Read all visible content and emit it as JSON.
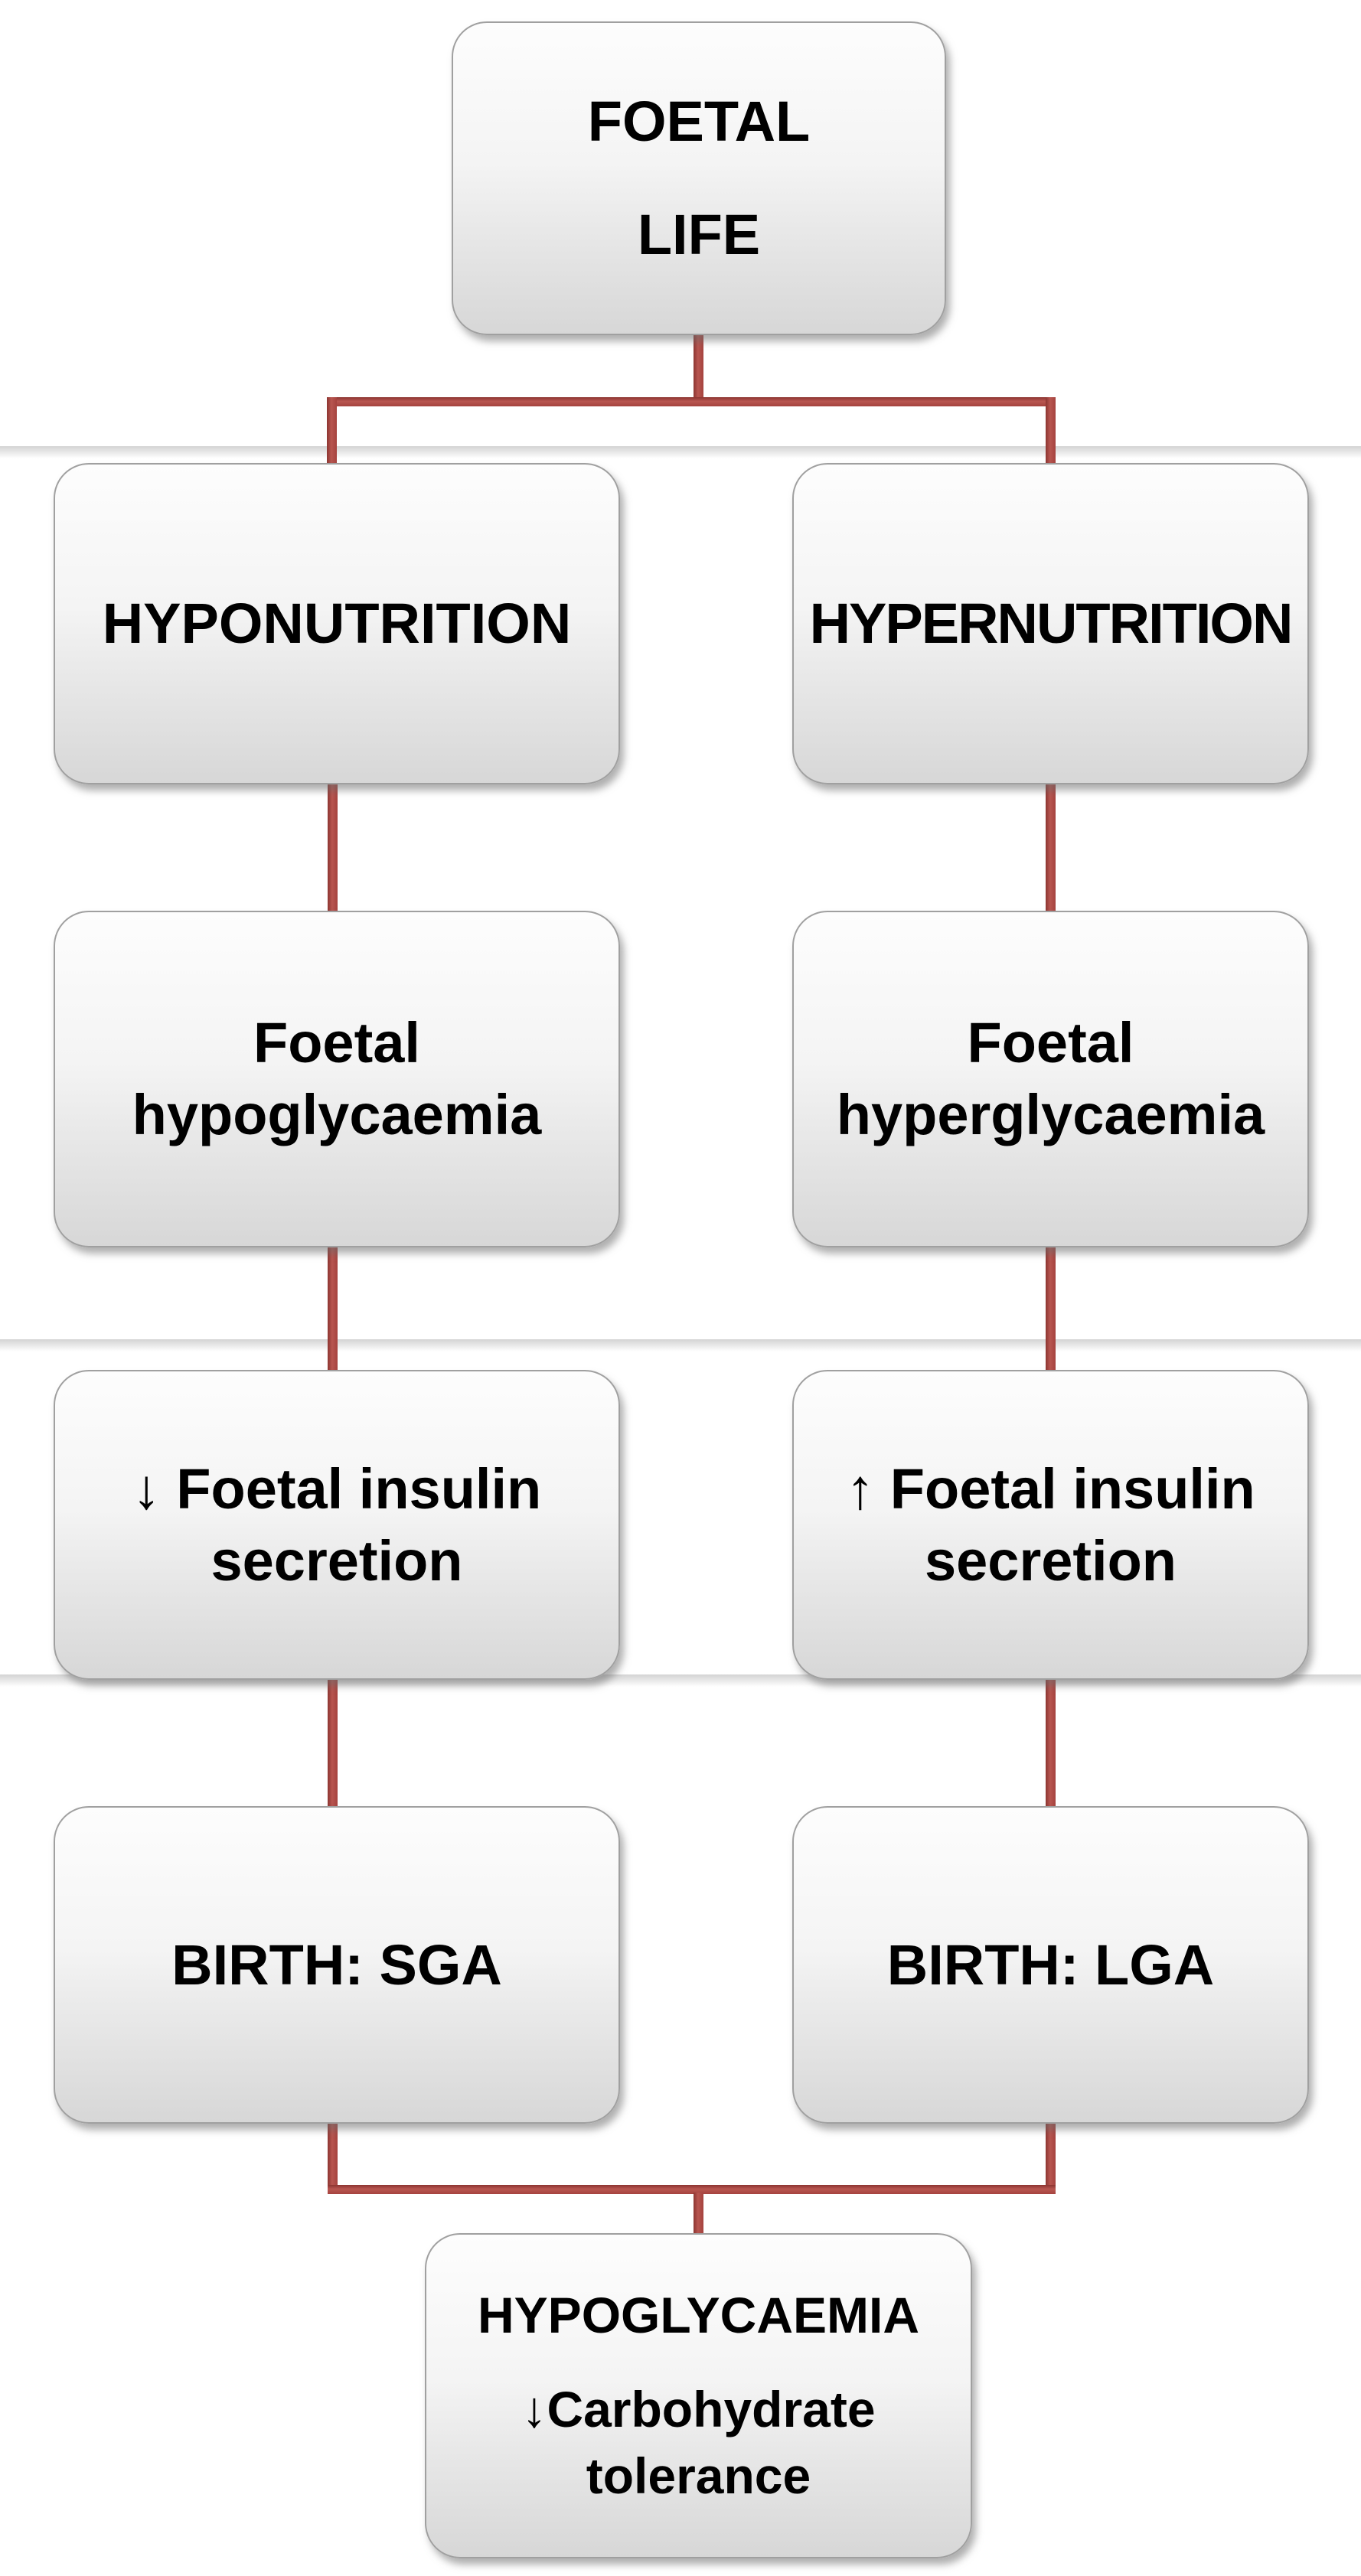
{
  "title": "Foetal nutrition and neonatal glycaemia flowchart",
  "style": {
    "connector_color": "#a5423e",
    "connector_dark": "#8c3531",
    "connector_light": "#b85650",
    "box_border": "#a0a0a0",
    "box_fill_top": "#fdfdfd",
    "box_fill_bottom": "#d7d7d7",
    "text_color": "#000000",
    "background": "#ffffff"
  },
  "nodes": {
    "foetal_life": {
      "lines": [
        "FOETAL",
        "LIFE"
      ]
    },
    "hyponutrition": {
      "lines": [
        "HYPONUTRITION"
      ]
    },
    "hypernutrition": {
      "lines": [
        "HYPERNUTRITION"
      ]
    },
    "foetal_hypoglycaemia": {
      "lines": [
        "Foetal",
        "hypoglycaemia"
      ]
    },
    "foetal_hyperglycaemia": {
      "lines": [
        "Foetal",
        "hyperglycaemia"
      ]
    },
    "decreased_insulin": {
      "lines": [
        "↓ Foetal insulin",
        "secretion"
      ]
    },
    "increased_insulin": {
      "lines": [
        "↑ Foetal insulin",
        "secretion"
      ]
    },
    "birth_sga": {
      "lines": [
        "BIRTH: SGA"
      ]
    },
    "birth_lga": {
      "lines": [
        "BIRTH: LGA"
      ]
    },
    "outcome": {
      "lines": [
        "HYPOGLYCAEMIA",
        "↓Carbohydrate",
        "tolerance"
      ]
    }
  }
}
